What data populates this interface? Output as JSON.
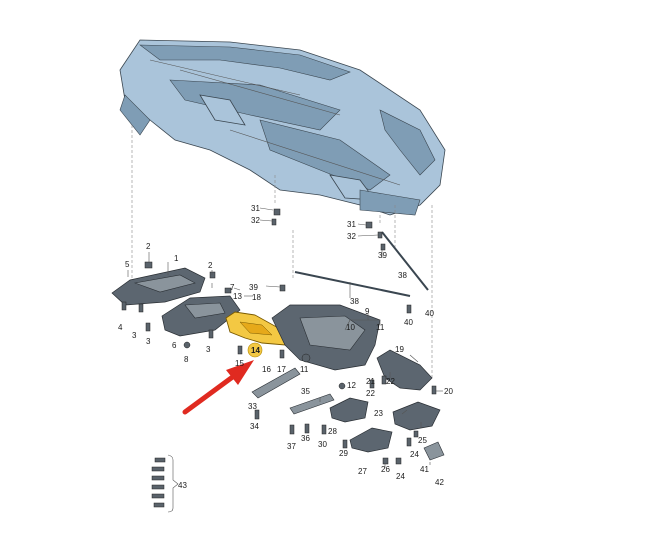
{
  "figure": {
    "callouts": [
      "1",
      "2",
      "3",
      "4",
      "5",
      "6",
      "7",
      "8",
      "9",
      "10",
      "11",
      "12",
      "13",
      "14",
      "15",
      "16",
      "17",
      "18",
      "19",
      "20",
      "21",
      "22",
      "23",
      "24",
      "25",
      "26",
      "27",
      "28",
      "29",
      "30",
      "31",
      "32",
      "33",
      "34",
      "35",
      "36",
      "37",
      "38",
      "39",
      "40",
      "41",
      "42",
      "43"
    ],
    "highlighted_part": "14",
    "colors": {
      "vehicle_body": "#aac4da",
      "parts": "#5c6670",
      "highlight": "#f3c843",
      "arrow": "#e02a20"
    },
    "icons": [
      "pointer-arrow"
    ]
  }
}
